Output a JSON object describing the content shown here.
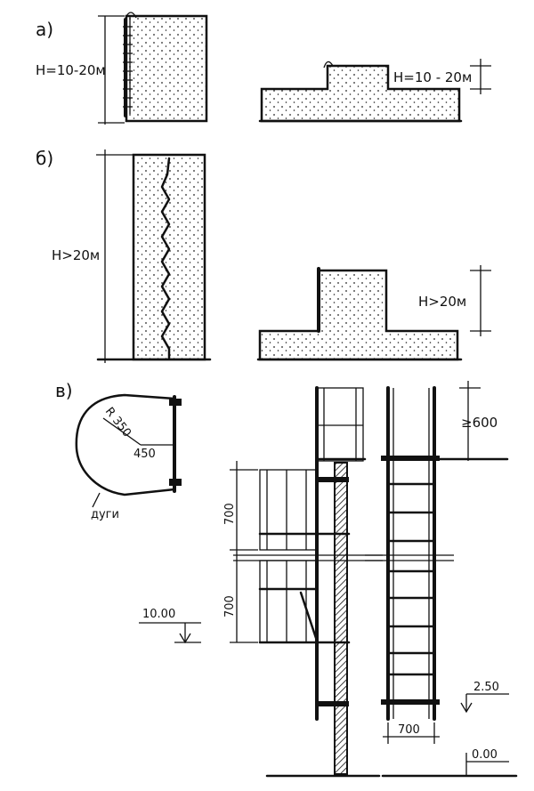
{
  "sections": {
    "a": "а)",
    "b": "б)",
    "c": "в)"
  },
  "labels": {
    "a_height_left": "Н=10-20м",
    "a_height_right": "Н=10 - 20м",
    "b_height_left": "Н>20м",
    "b_height_right": "Н>20м",
    "radius": "R 350",
    "offset": "450",
    "arcs": "дуги",
    "step_upper": "700",
    "step_lower": "700",
    "min_top": "≥600",
    "width": "700",
    "level_10": "10.00",
    "level_2": "2.50",
    "level_0": "0.00"
  }
}
